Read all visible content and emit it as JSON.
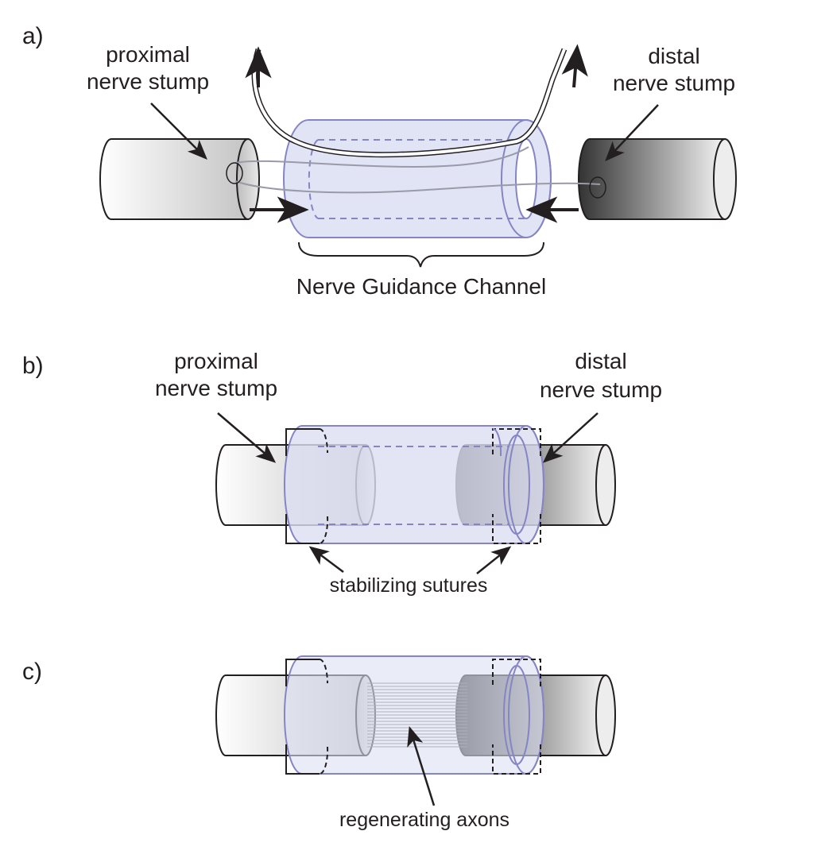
{
  "panels": {
    "a": {
      "letter": "a)",
      "proximal_line1": "proximal",
      "proximal_line2": "nerve stump",
      "distal_line1": "distal",
      "distal_line2": "nerve stump",
      "channel_label": "Nerve Guidance Channel"
    },
    "b": {
      "letter": "b)",
      "proximal_line1": "proximal",
      "proximal_line2": "nerve stump",
      "distal_line1": "distal",
      "distal_line2": "nerve stump",
      "sutures_label": "stabilizing sutures"
    },
    "c": {
      "letter": "c)",
      "axons_label": "regenerating axons"
    }
  },
  "colors": {
    "channel_fill": "#dcdff2",
    "channel_stroke": "#8585c4",
    "outline": "#231f20",
    "proximal_light": "#ffffff",
    "proximal_dark": "#c9c9c9",
    "distal_dark": "#3a3a3a",
    "distal_light": "#f2f2f2"
  }
}
